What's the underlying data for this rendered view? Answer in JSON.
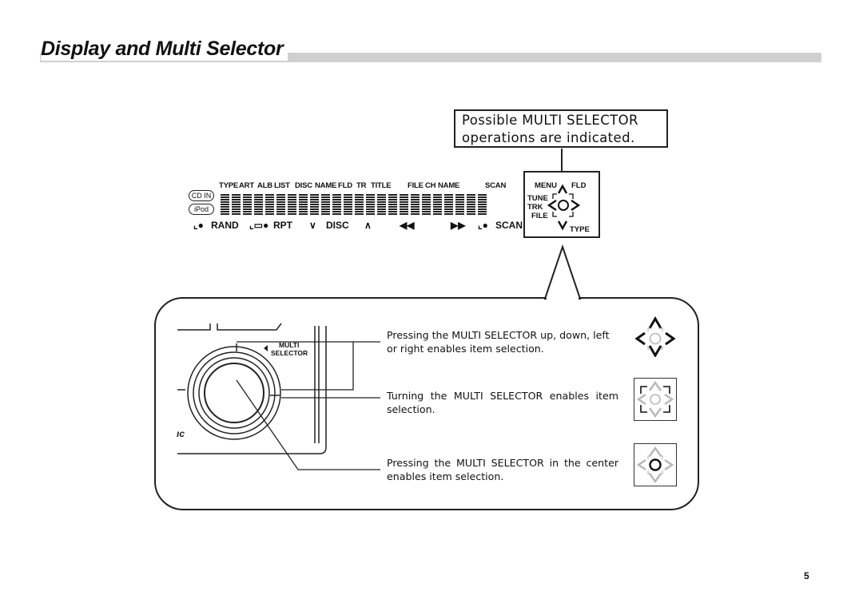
{
  "page": {
    "title": "Display and Multi Selector",
    "page_number": "5"
  },
  "callout": {
    "line1": "Possible MULTI SELECTOR",
    "line2": "operations are indicated."
  },
  "lcd": {
    "indicators": [
      "TYPE",
      "ART",
      "ALB",
      "LIST",
      "DISC",
      "NAME",
      "FLD",
      "TR",
      "TITLE",
      "FILE",
      "CH",
      "NAME",
      "SCAN"
    ],
    "badges": [
      "CD IN",
      "iPod"
    ],
    "bottom_labels": [
      "RAND",
      "RPT",
      "∨",
      "DISC",
      "∧",
      "◀◀",
      "▶▶",
      "SCAN"
    ],
    "multi_selector_labels": [
      "MENU",
      "FLD",
      "TUNE",
      "TRK",
      "FILE",
      "TYPE"
    ]
  },
  "unit": {
    "multi_label_line1": "MULTI",
    "multi_label_line2": "SELECTOR",
    "brand_fragment": "ıc"
  },
  "operations": [
    {
      "text": "Pressing the MULTI SELECTOR up, down, left or right enables item selection.",
      "icon": "directional-press-icon"
    },
    {
      "text": "Turning the MULTI SELECTOR enables item selection.",
      "icon": "rotate-icon"
    },
    {
      "text": "Pressing the MULTI SELECTOR in the center enables item selection.",
      "icon": "center-press-icon"
    }
  ],
  "colors": {
    "ink": "#111111",
    "title_bar": "#cfcfcf",
    "faded_icon": "#b8b8b8"
  }
}
